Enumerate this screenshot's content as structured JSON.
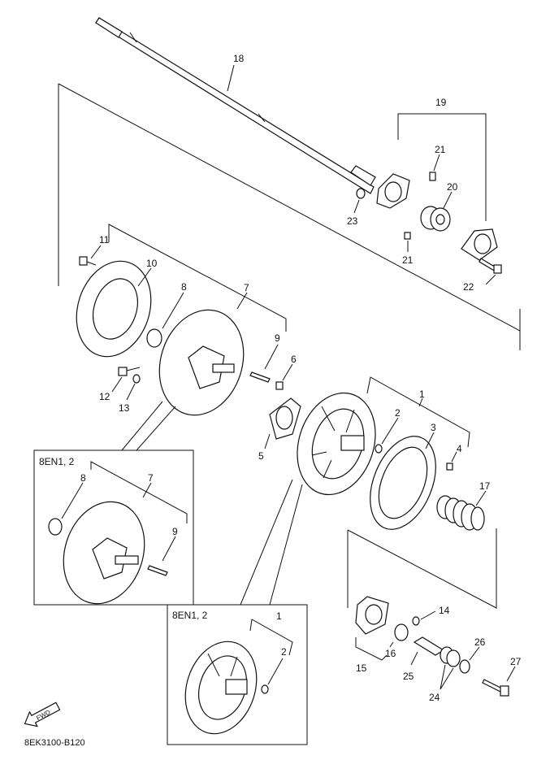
{
  "labels": {
    "p1": "1",
    "p2": "2",
    "p3": "3",
    "p4": "4",
    "p5": "5",
    "p6": "6",
    "p7": "7",
    "p8": "8",
    "p9": "9",
    "p10": "10",
    "p11": "11",
    "p12": "12",
    "p13": "13",
    "p14": "14",
    "p15": "15",
    "p16": "16",
    "p17": "17",
    "p18": "18",
    "p19": "19",
    "p20": "20",
    "p21a": "21",
    "p21b": "21",
    "p22": "22",
    "p23": "23",
    "p24": "24",
    "p25": "25",
    "p26": "26",
    "p27": "27"
  },
  "inset_left": {
    "title": "8EN1, 2",
    "l8": "8",
    "l7": "7",
    "l9": "9"
  },
  "inset_bottom": {
    "title": "8EN1, 2",
    "l1": "1",
    "l2": "2"
  },
  "fwd_text": "FWD",
  "diagram_code": "8EK3100-B120"
}
